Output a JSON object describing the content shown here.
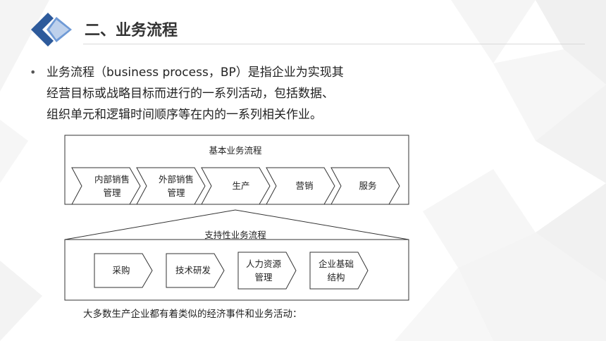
{
  "slide": {
    "title": "二、业务流程",
    "bullet_lines": [
      "业务流程（business process，BP）是指企业为实现其",
      "经营目标或战略目标而进行的一系列活动，包括数据、",
      "组织单元和逻辑时间顺序等在内的一系列相关作业。"
    ],
    "caption": "大多数生产企业都有着类似的经济事件和业务活动："
  },
  "diagram": {
    "primary_label": "基本业务流程",
    "primary_steps": [
      [
        "内部销售",
        "管理"
      ],
      [
        "外部销售",
        "管理"
      ],
      [
        "生产"
      ],
      [
        "营销"
      ],
      [
        "服务"
      ]
    ],
    "support_label": "支持性业务流程",
    "support_steps": [
      [
        "采购"
      ],
      [
        "技术研发"
      ],
      [
        "人力资源",
        "管理"
      ],
      [
        "企业基础",
        "结构"
      ]
    ]
  },
  "colors": {
    "logo_dark": "#2d5a9b",
    "logo_light": "#6f9ad6",
    "background_poly": "#f2f2f2"
  }
}
